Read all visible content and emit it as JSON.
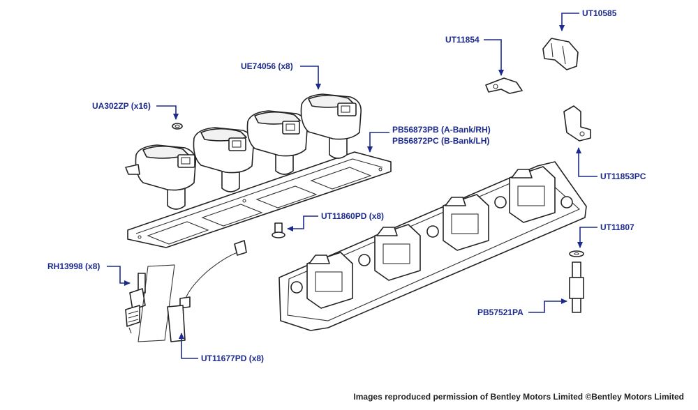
{
  "labels": {
    "ut10585": "UT10585",
    "ut11854": "UT11854",
    "ue74056": "UE74056 (x8)",
    "ua302zp": "UA302ZP (x16)",
    "pb56873pb": "PB56873PB (A-Bank/RH)",
    "pb56872pc": "PB56872PC (B-Bank/LH)",
    "ut11853pc": "UT11853PC",
    "ut11860pd": "UT11860PD (x8)",
    "ut11807": "UT11807",
    "rh13998": "RH13998 (x8)",
    "pb57521pa": "PB57521PA",
    "ut11677pd": "UT11677PD (x8)"
  },
  "credit": "Images reproduced permission of Bentley Motors Limited ©Bentley Motors Limited",
  "colors": {
    "label": "#1b2a8c",
    "line": "#222222",
    "background": "#ffffff"
  }
}
